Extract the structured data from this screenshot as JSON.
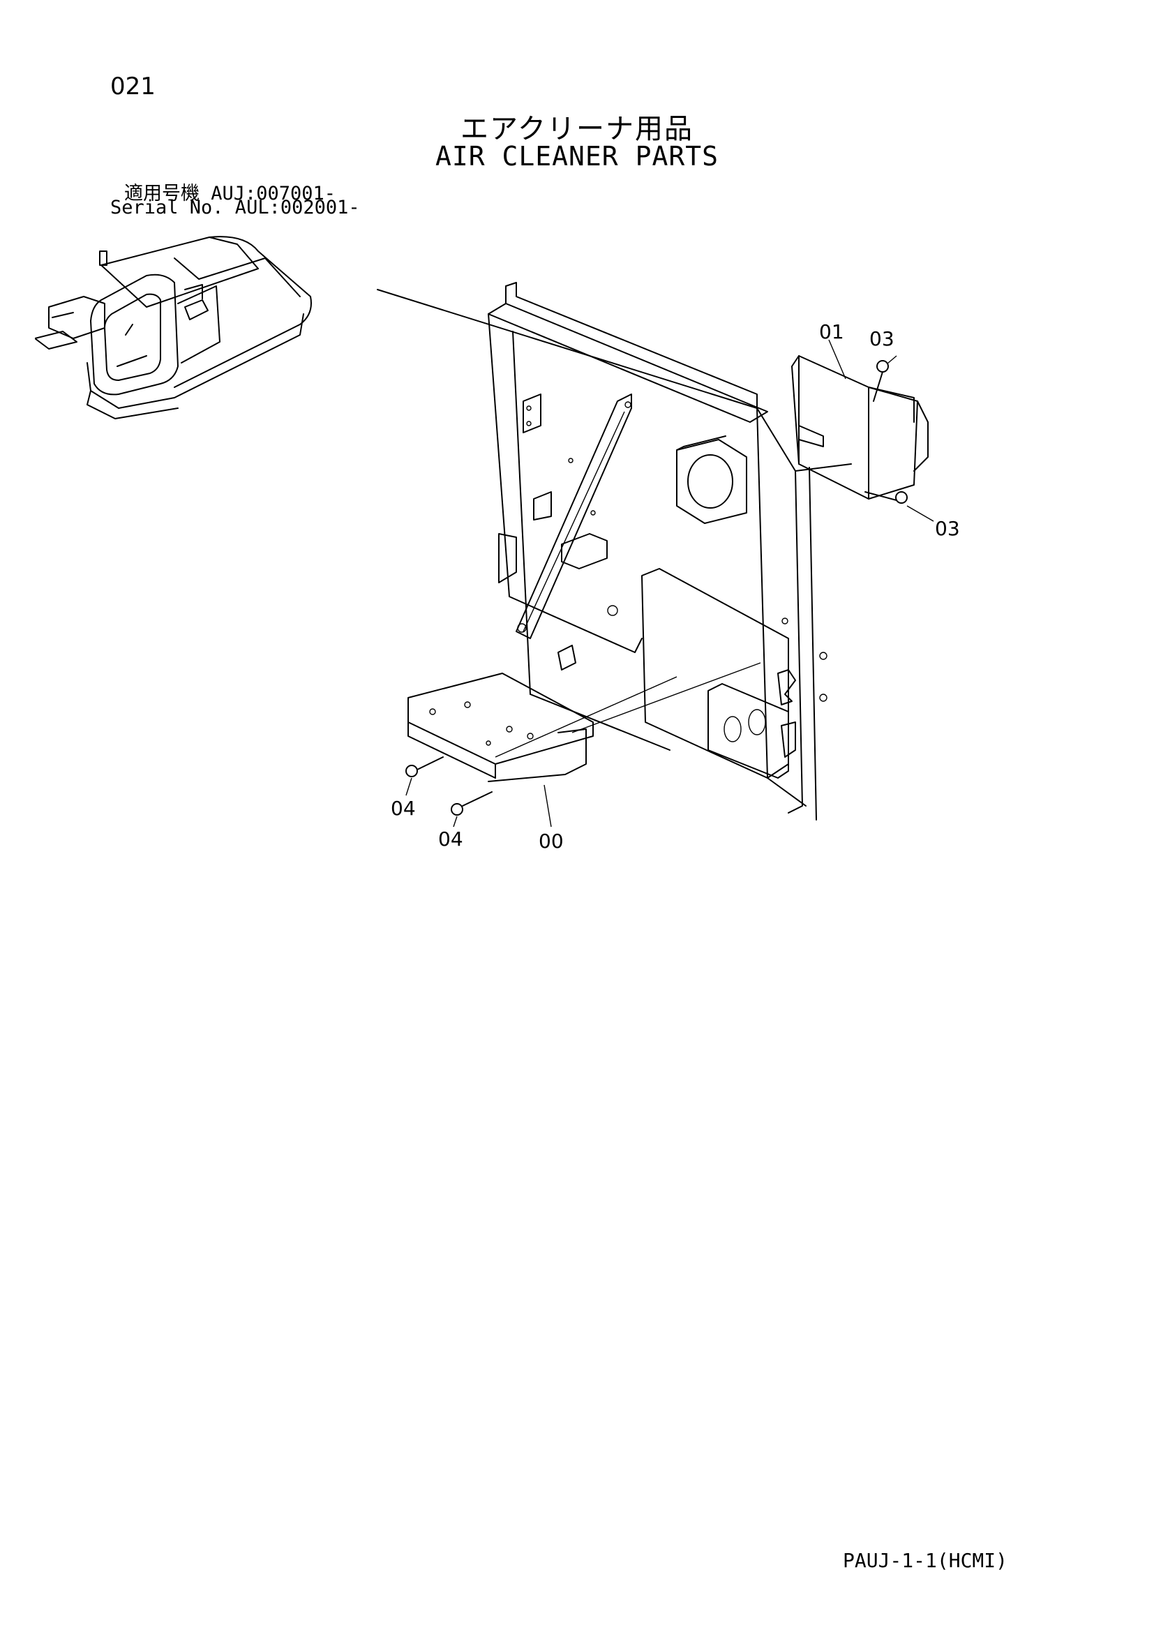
{
  "header": {
    "page_number": "021",
    "title_ja": "エアクリーナ用品",
    "title_en": "AIR CLEANER PARTS",
    "serial_line_1": "適用号機  AUJ:007001-",
    "serial_line_2": "Serial No. AUL:002001-"
  },
  "diagram": {
    "callouts": [
      "01",
      "03",
      "03",
      "04",
      "04",
      "00"
    ]
  },
  "footer": {
    "code": "PAUJ-1-1(HCMI)"
  }
}
